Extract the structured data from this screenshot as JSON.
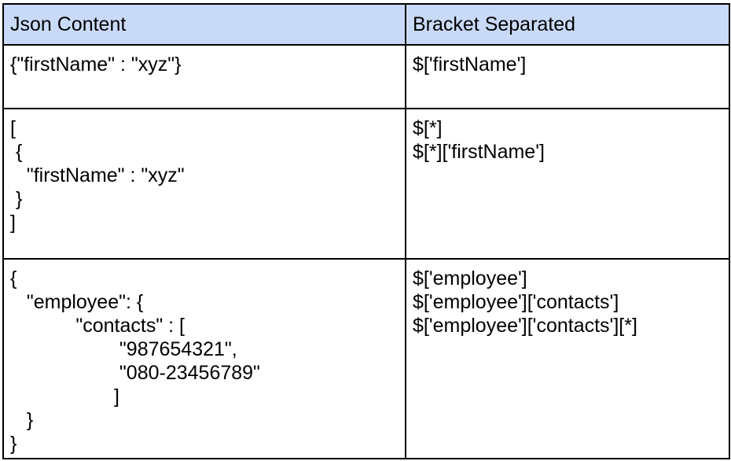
{
  "table": {
    "headers": [
      {
        "label": "Json Content"
      },
      {
        "label": "Bracket Separated"
      }
    ],
    "rows": [
      {
        "json": "{\"firstName\" : \"xyz\"}",
        "paths": "$['firstName']"
      },
      {
        "json": "[\n {\n   \"firstName\" : \"xyz\"\n }\n]",
        "paths": "$[*]\n$[*]['firstName']"
      },
      {
        "json": "{\n   \"employee\": {\n            \"contacts\" : [\n                    \"987654321\",\n                    \"080-23456789\"\n                   ]\n   }\n}",
        "paths": "$['employee']\n$['employee']['contacts']\n$['employee']['contacts'][*]"
      }
    ]
  },
  "colors": {
    "header_background": "#c9daf8",
    "border": "#000000",
    "page_background": "#ffffff",
    "text": "#000000"
  }
}
